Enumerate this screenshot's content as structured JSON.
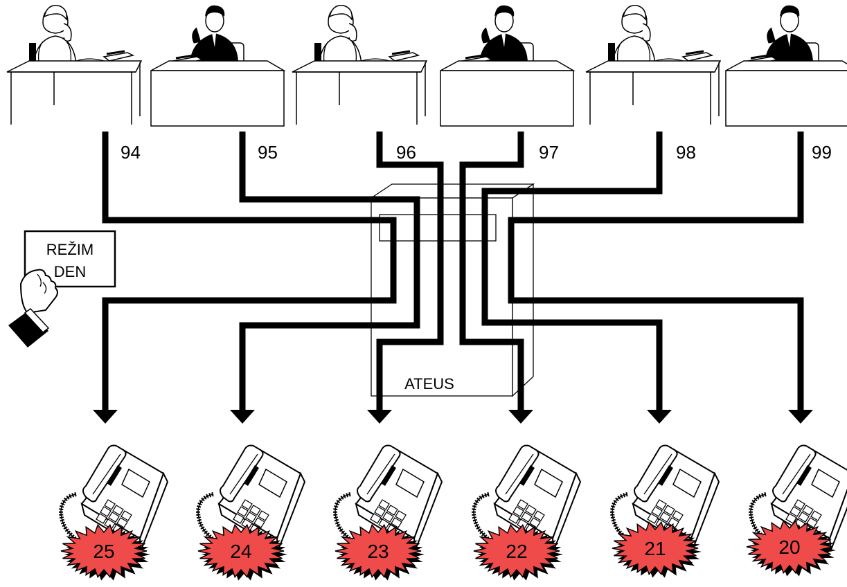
{
  "switch_label": "ATEUS",
  "mode_sign": {
    "line1": "REŽIM",
    "line2": "DEN"
  },
  "extensions": [
    "94",
    "95",
    "96",
    "97",
    "98",
    "99"
  ],
  "phones": [
    "25",
    "24",
    "23",
    "22",
    "21",
    "20"
  ],
  "colors": {
    "burst": "#ef4b4b",
    "line": "#000000",
    "background": "#ffffff"
  },
  "icons": [
    "person-at-desk-icon",
    "telephone-icon",
    "hand-holding-sign-icon",
    "starburst-icon",
    "arrow-down-icon"
  ]
}
